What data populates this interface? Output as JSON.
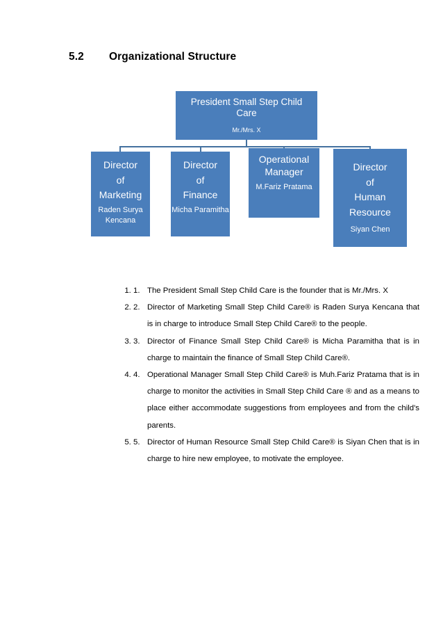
{
  "document": {
    "heading": {
      "number": "5.2",
      "text": "Organizational Structure"
    },
    "org_chart": {
      "root": {
        "title": "President Small Step Child Care",
        "person": "Mr./Mrs. X"
      },
      "children": [
        {
          "title": "Director of Marketing",
          "title_lines": [
            "Director",
            "of",
            "Marketing"
          ],
          "person": "Raden Surya Kencana"
        },
        {
          "title": "Director of Finance",
          "title_lines": [
            "Director",
            "of",
            "Finance"
          ],
          "person": "Micha Paramitha"
        },
        {
          "title": "Operational Manager",
          "title_lines": [
            "Operational",
            "Manager"
          ],
          "person": "M.Fariz Pratama"
        },
        {
          "title": "Director of Human Resource",
          "title_lines": [
            "Director",
            "of",
            "Human",
            "Resource"
          ],
          "person": "Siyan Chen"
        }
      ],
      "box_color": "#4a7ebb",
      "connector_color": "#44719f",
      "text_color": "#ffffff"
    },
    "list": [
      {
        "marker": "1.",
        "text": "The President Small Step Child Care is the founder that is Mr./Mrs. X"
      },
      {
        "marker": "2.",
        "text": "Director of Marketing Small Step Child Care® is Raden Surya Kencana that is in charge to introduce Small Step Child Care® to the people."
      },
      {
        "marker": "3.",
        "text": "Director of Finance Small Step Child Care® is Micha Paramitha that is in charge to maintain the finance of Small Step Child Care®."
      },
      {
        "marker": "4.",
        "text": "Operational Manager Small Step Child Care® is Muh.Fariz Pratama that is in charge to monitor the activities in Small Step Child Care ® and as a means to place either accommodate suggestions from employees and from the child's parents."
      },
      {
        "marker": "5.",
        "text": "Director of Human Resource Small Step Child Care® is Siyan Chen that is in charge to hire new employee, to motivate the employee."
      }
    ]
  }
}
